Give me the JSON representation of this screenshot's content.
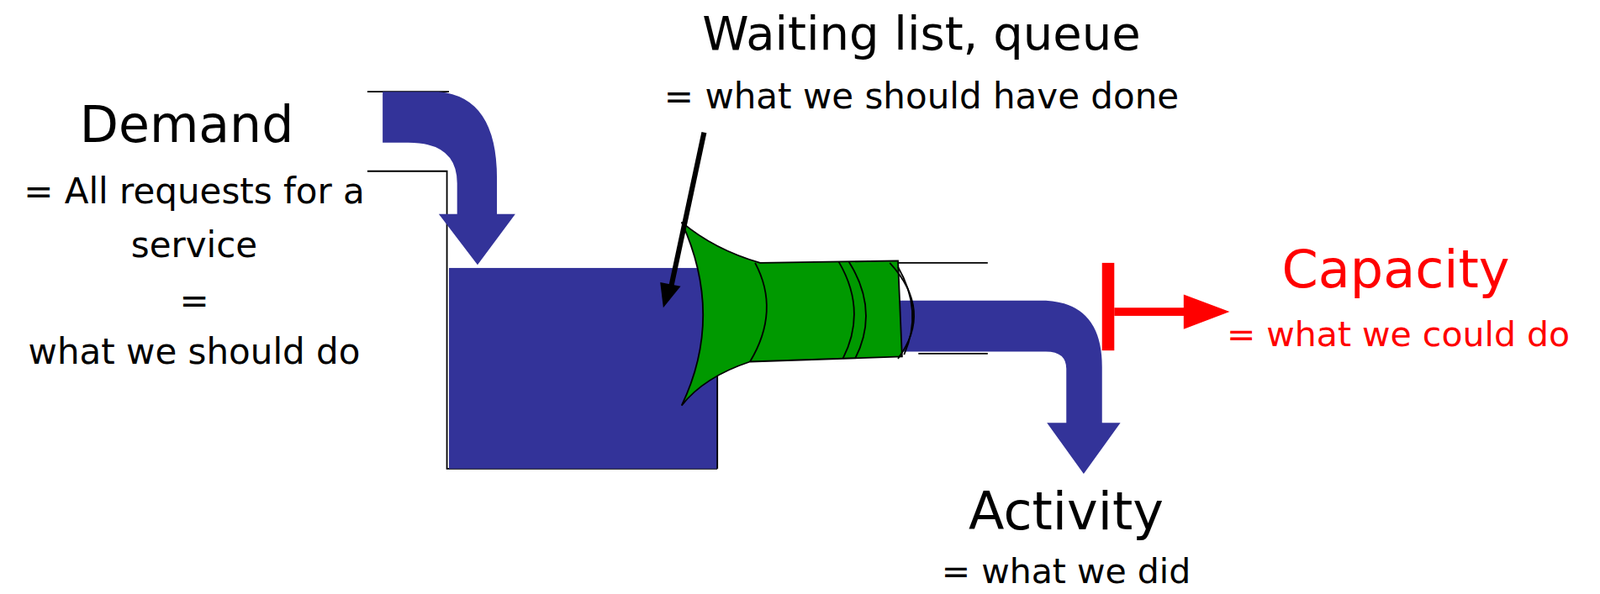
{
  "diagram": {
    "labels": [
      "Waiting list, queue",
      "= what we should have done",
      "Demand",
      "= All requests for a service",
      "=",
      "what we should do",
      "Capacity",
      "= what we could do",
      "Activity",
      "= what we did"
    ]
  }
}
